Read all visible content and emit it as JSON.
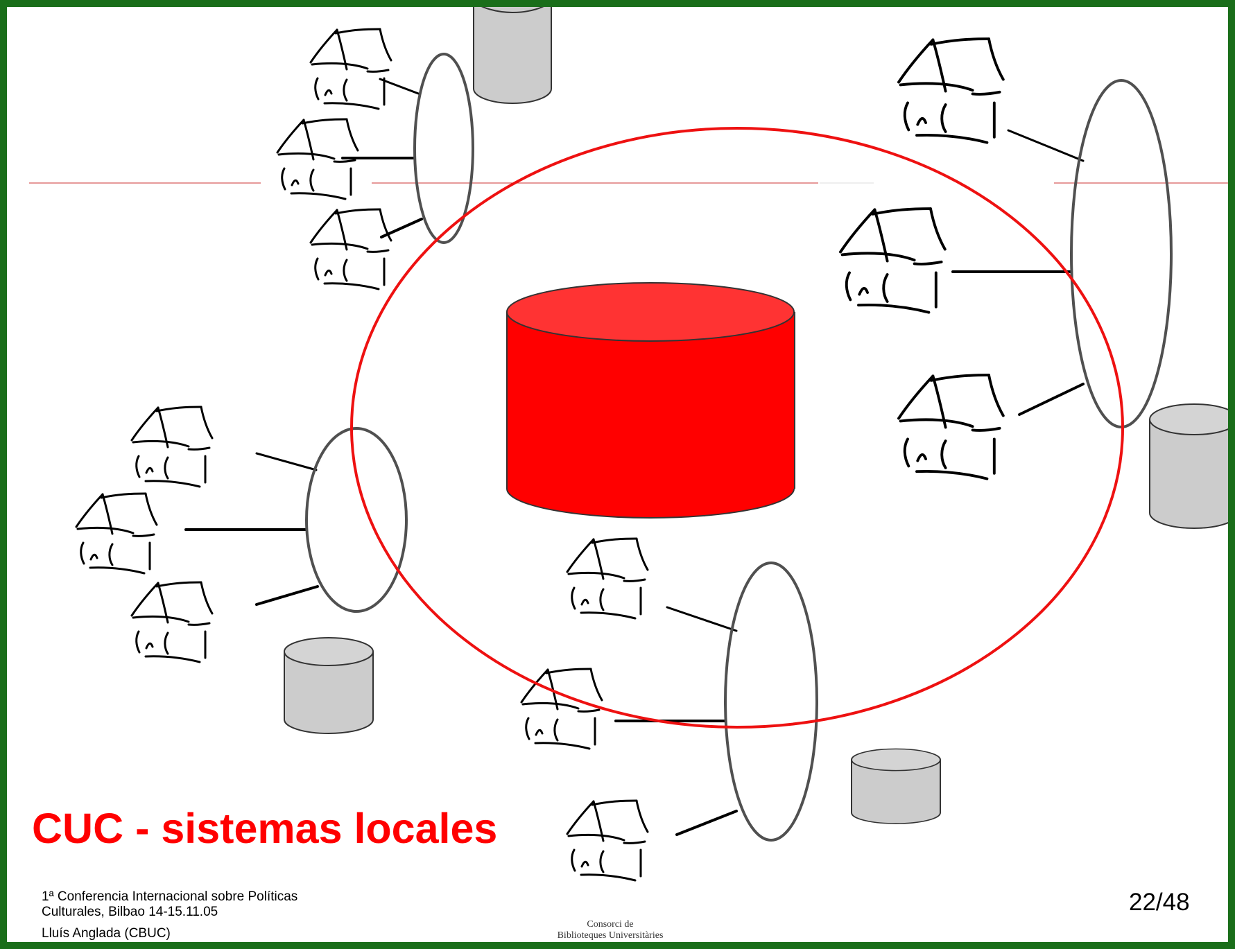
{
  "slide": {
    "title": "CUC - sistemas locales",
    "footer": {
      "line1": "1ª Conferencia Internacional sobre Políticas",
      "line2": "Culturales, Bilbao 14-15.11.05",
      "line3": "Lluís Anglada (CBUC)"
    },
    "page_number": "22/48",
    "logo": {
      "line1": "Consorci de",
      "line2": "Biblioteques Universitàries"
    }
  },
  "colors": {
    "frame": "#1a6e1a",
    "title": "#ff0000",
    "central_database": "#ff0000",
    "union_ring": "#ee1111",
    "local_database": "#cccccc",
    "cluster_ring": "#505050"
  },
  "icons": {
    "library_building": "library-sketch-icon",
    "database": "database-cylinder-icon"
  }
}
